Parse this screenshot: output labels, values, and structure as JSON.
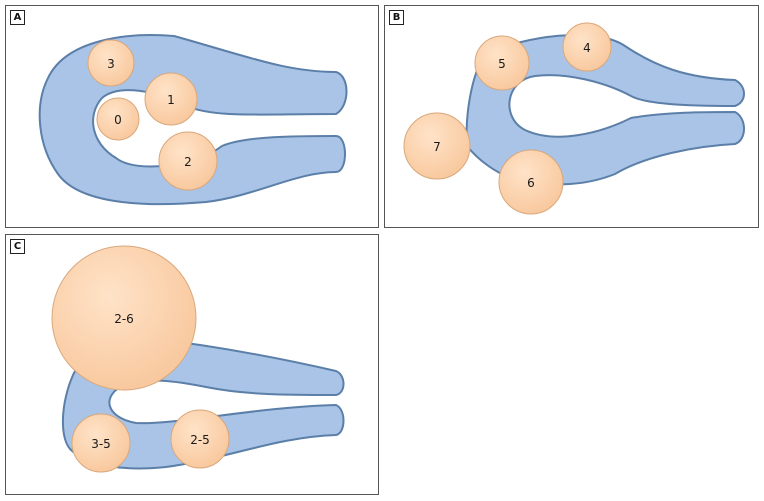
{
  "colors": {
    "channel_fill": "#a9c4e6",
    "channel_stroke": "#5b7fa8",
    "circle_fill": "#fdd3ad",
    "circle_stroke": "#d9a77a"
  },
  "panels": {
    "a": {
      "label": "A",
      "circles": [
        "3",
        "0",
        "1",
        "2"
      ]
    },
    "b": {
      "label": "B",
      "circles": [
        "5",
        "4",
        "7",
        "6"
      ]
    },
    "c": {
      "label": "C",
      "circles": [
        "2-6",
        "3-5",
        "2-5"
      ]
    }
  }
}
